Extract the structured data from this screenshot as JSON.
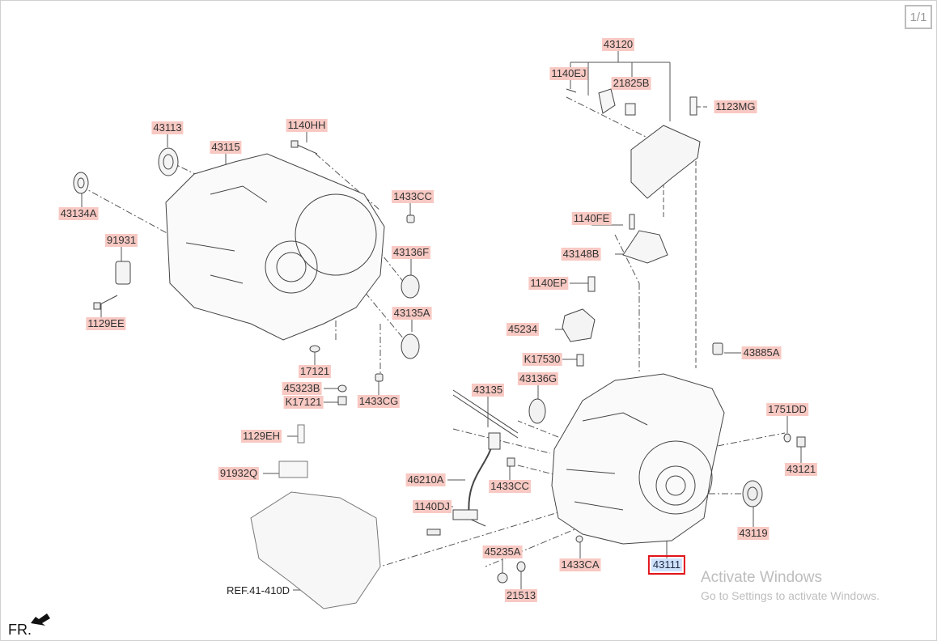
{
  "page_indicator": "1/1",
  "labels": [
    {
      "id": "43120",
      "text": "43120"
    },
    {
      "id": "1140EJ",
      "text": "1140EJ"
    },
    {
      "id": "21825B",
      "text": "21825B"
    },
    {
      "id": "1123MG",
      "text": "1123MG"
    },
    {
      "id": "43113",
      "text": "43113"
    },
    {
      "id": "1140HH",
      "text": "1140HH"
    },
    {
      "id": "43115",
      "text": "43115"
    },
    {
      "id": "1433CC-a",
      "text": "1433CC"
    },
    {
      "id": "43134A",
      "text": "43134A"
    },
    {
      "id": "1140FE",
      "text": "1140FE"
    },
    {
      "id": "91931",
      "text": "91931"
    },
    {
      "id": "43148B",
      "text": "43148B"
    },
    {
      "id": "43136F",
      "text": "43136F"
    },
    {
      "id": "1140EP",
      "text": "1140EP"
    },
    {
      "id": "1129EE",
      "text": "1129EE"
    },
    {
      "id": "43135A",
      "text": "43135A"
    },
    {
      "id": "45234",
      "text": "45234"
    },
    {
      "id": "43885A",
      "text": "43885A"
    },
    {
      "id": "K17530",
      "text": "K17530"
    },
    {
      "id": "17121",
      "text": "17121"
    },
    {
      "id": "43136G",
      "text": "43136G"
    },
    {
      "id": "45323B",
      "text": "45323B"
    },
    {
      "id": "1433CG",
      "text": "1433CG"
    },
    {
      "id": "K17121",
      "text": "K17121"
    },
    {
      "id": "43135",
      "text": "43135"
    },
    {
      "id": "1751DD",
      "text": "1751DD"
    },
    {
      "id": "1129EH",
      "text": "1129EH"
    },
    {
      "id": "43121",
      "text": "43121"
    },
    {
      "id": "91932Q",
      "text": "91932Q"
    },
    {
      "id": "46210A",
      "text": "46210A"
    },
    {
      "id": "1433CC-b",
      "text": "1433CC"
    },
    {
      "id": "43119",
      "text": "43119"
    },
    {
      "id": "1140DJ",
      "text": "1140DJ"
    },
    {
      "id": "45235A",
      "text": "45235A"
    },
    {
      "id": "1433CA",
      "text": "1433CA"
    },
    {
      "id": "43111",
      "text": "43111",
      "selected": true
    },
    {
      "id": "21513",
      "text": "21513"
    }
  ],
  "reference": "REF.41-410D",
  "direction_marker": "FR.",
  "watermark": {
    "title": "Activate Windows",
    "subtitle": "Go to Settings to activate Windows."
  },
  "colors": {
    "label_bg": "#f8c9c3",
    "selected_bg": "#cfe2fb",
    "selected_border": "#e0141a"
  }
}
